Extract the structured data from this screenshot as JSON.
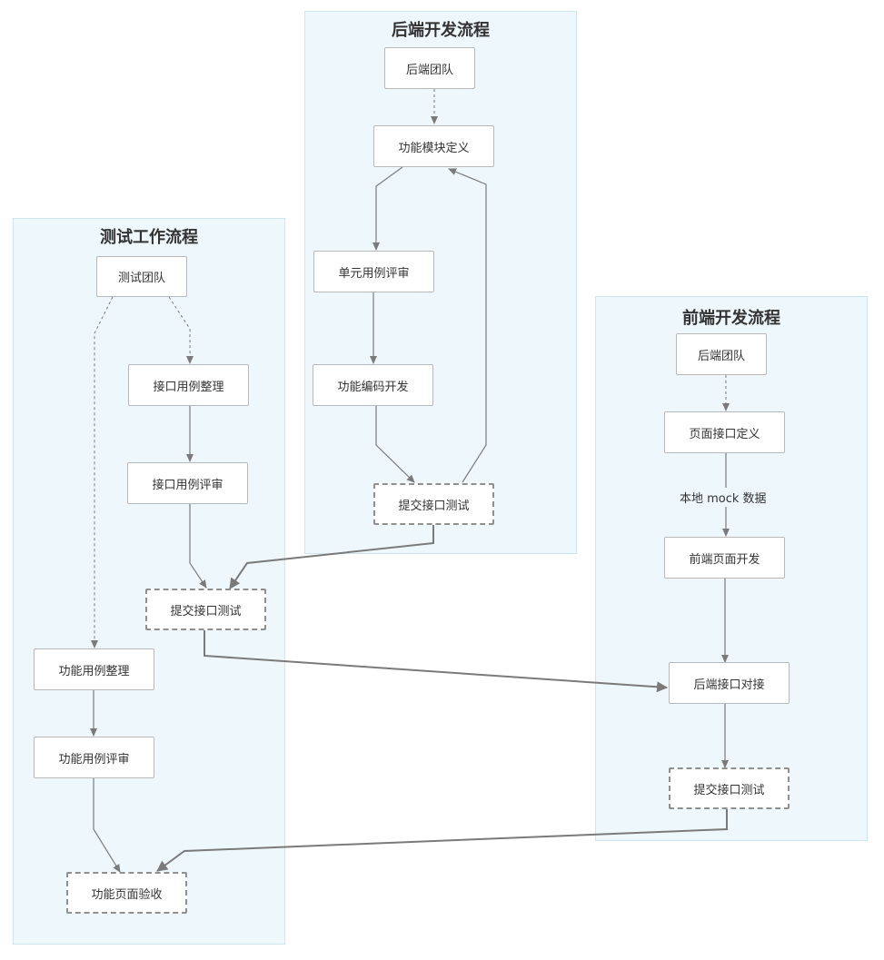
{
  "lanes": {
    "backend": {
      "title": "后端开发流程"
    },
    "test": {
      "title": "测试工作流程"
    },
    "frontend": {
      "title": "前端开发流程"
    }
  },
  "nodes": {
    "backend_team": "后端团队",
    "backend_module_def": "功能模块定义",
    "backend_unit_review": "单元用例评审",
    "backend_coding": "功能编码开发",
    "backend_submit": "提交接口测试",
    "test_team": "测试团队",
    "test_api_organize": "接口用例整理",
    "test_api_review": "接口用例评审",
    "test_submit": "提交接口测试",
    "test_func_organize": "功能用例整理",
    "test_func_review": "功能用例评审",
    "test_acceptance": "功能页面验收",
    "fe_backend_team": "后端团队",
    "fe_page_api_def": "页面接口定义",
    "fe_page_dev": "前端页面开发",
    "fe_integration": "后端接口对接",
    "fe_submit": "提交接口测试"
  },
  "edge_labels": {
    "mock": "本地 mock 数据"
  },
  "colors": {
    "lane_bg": "#eef7fb",
    "lane_border": "#cfe6f0",
    "edge": "#7a7a7a",
    "node_border": "#b8b8b8"
  }
}
